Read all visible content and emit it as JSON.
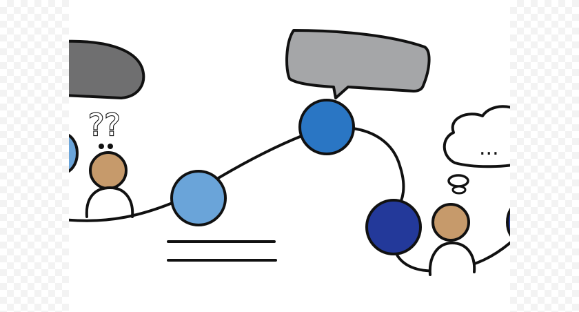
{
  "diagram": {
    "question_marks": "??",
    "thought_text": "...",
    "colors": {
      "speech_bubble_left": "#6f6f70",
      "speech_bubble_top": "#a5a6a8",
      "node_light_blue": "#6aa4d9",
      "node_mid_blue": "#2a76c4",
      "node_dark_blue": "#23399a",
      "person_head": "#c69a6b",
      "outline": "#111111"
    },
    "icons": [
      "speech-bubble",
      "thought-bubble",
      "person",
      "question-mark",
      "node"
    ]
  }
}
